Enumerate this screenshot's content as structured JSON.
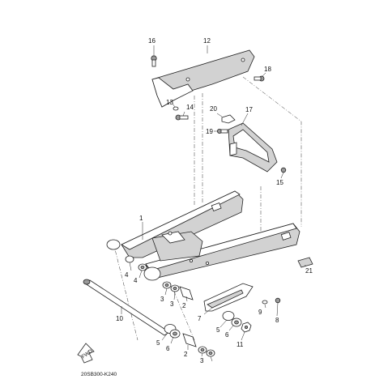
{
  "callouts": {
    "c1": "1",
    "c2a": "2",
    "c2b": "2",
    "c3a": "3",
    "c3b": "3",
    "c3c": "3",
    "c4a": "4",
    "c4b": "4",
    "c5a": "5",
    "c5b": "5",
    "c6a": "6",
    "c6b": "6",
    "c7": "7",
    "c8": "8",
    "c9": "9",
    "c10": "10",
    "c11": "11",
    "c12": "12",
    "c13": "13",
    "c14": "14",
    "c15": "15",
    "c16": "16",
    "c17": "17",
    "c18": "18",
    "c19": "19",
    "c20": "20",
    "c21": "21"
  },
  "fwd_label": "FWD",
  "diagram_code": "20SB300-K240"
}
